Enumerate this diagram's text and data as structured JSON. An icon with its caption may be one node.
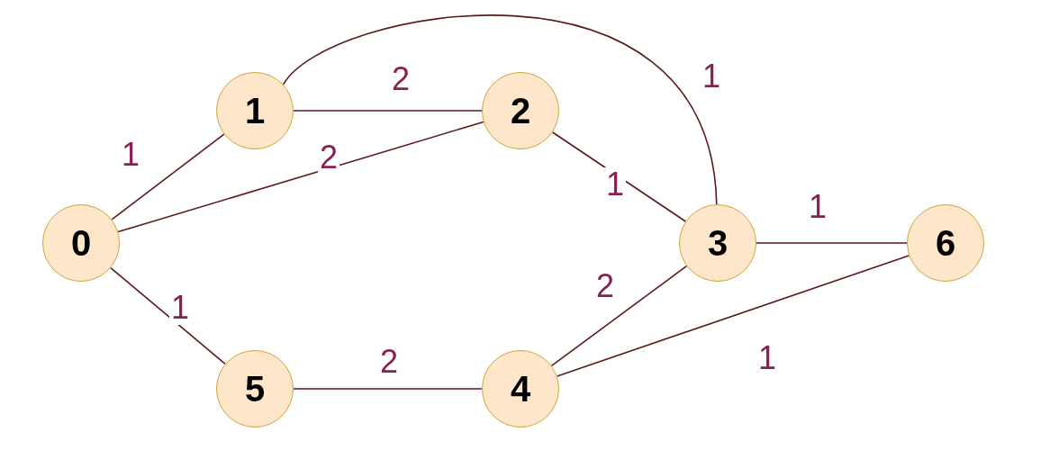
{
  "diagram": {
    "nodes": [
      {
        "text": [
          "0"
        ]
      },
      {
        "text": [
          "1"
        ]
      },
      {
        "text": [
          "2"
        ]
      },
      {
        "text": [
          "3"
        ]
      },
      {
        "text": [
          "4"
        ]
      },
      {
        "text": [
          "5"
        ]
      },
      {
        "text": [
          "6"
        ]
      }
    ],
    "edges": [
      {
        "from": 0,
        "to": 1,
        "arrow": "none",
        "label": "1"
      },
      {
        "from": 1,
        "to": 2,
        "arrow": "none",
        "label": "2"
      },
      {
        "from": 0,
        "to": 2,
        "arrow": "none",
        "label": "2"
      },
      {
        "from": 1,
        "to": 3,
        "arrow": "none",
        "label": "1"
      },
      {
        "from": 2,
        "to": 3,
        "arrow": "none",
        "label": "1"
      },
      {
        "from": 3,
        "to": 6,
        "arrow": "none",
        "label": "1"
      },
      {
        "from": 4,
        "to": 3,
        "arrow": "none",
        "label": "2"
      },
      {
        "from": 0,
        "to": 5,
        "arrow": "none",
        "label": "1"
      },
      {
        "from": 5,
        "to": 4,
        "arrow": "none",
        "label": "2"
      },
      {
        "from": 4,
        "to": 6,
        "arrow": "none",
        "label": "1"
      }
    ]
  }
}
